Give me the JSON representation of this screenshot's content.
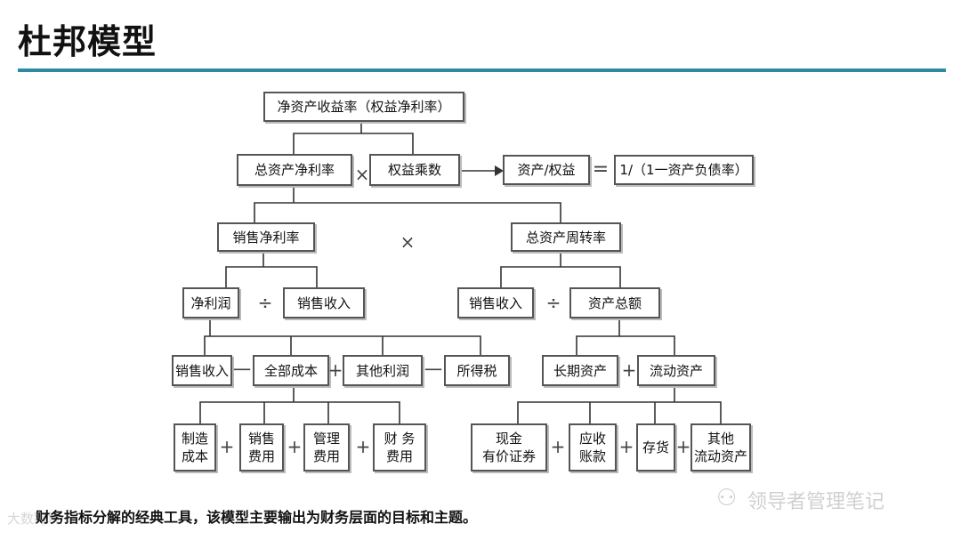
{
  "header": {
    "title": "杜邦模型"
  },
  "nodes": {
    "roe": "净资产收益率（权益净利率）",
    "roa": "总资产净利率",
    "equity_multiplier": "权益乘数",
    "assets_equity": "资产/权益",
    "formula": "1/（1一资产负债率）",
    "net_margin": "销售净利率",
    "asset_turnover": "总资产周转率",
    "net_profit": "净利润",
    "sales_revenue_1": "销售收入",
    "sales_revenue_2": "销售收入",
    "total_assets": "资产总额",
    "sales_revenue_3": "销售收入",
    "total_cost": "全部成本",
    "other_profit": "其他利润",
    "income_tax": "所得税",
    "long_term_assets": "长期资产",
    "current_assets": "流动资产",
    "manufacturing_cost": "制造\n成本",
    "selling_expense": "销售\n费用",
    "admin_expense": "管理\n费用",
    "finance_expense": "财 务\n费用",
    "cash_securities": "现金\n有价证券",
    "receivables": "应收\n账款",
    "inventory": "存货",
    "other_current_assets": "其他\n流动资产"
  },
  "operators": {
    "times_1": "×",
    "equals": "=",
    "times_2": "×",
    "divide_1": "÷",
    "divide_2": "÷",
    "minus_1": "一",
    "plus_1": "+",
    "minus_2": "一",
    "plus_2": "+",
    "plus_3": "+",
    "plus_4": "+",
    "plus_5": "+",
    "plus_6": "+",
    "plus_7": "+",
    "plus_8": "+"
  },
  "caption": "财务指标分解的经典工具，该模型主要输出为财务层面的目标和主题。",
  "watermark": {
    "icon": "wechat-icon",
    "text": "领导者管理笔记",
    "corner": "大数跨境"
  },
  "colors": {
    "rule": "#2e8aa3",
    "border": "#555555"
  }
}
